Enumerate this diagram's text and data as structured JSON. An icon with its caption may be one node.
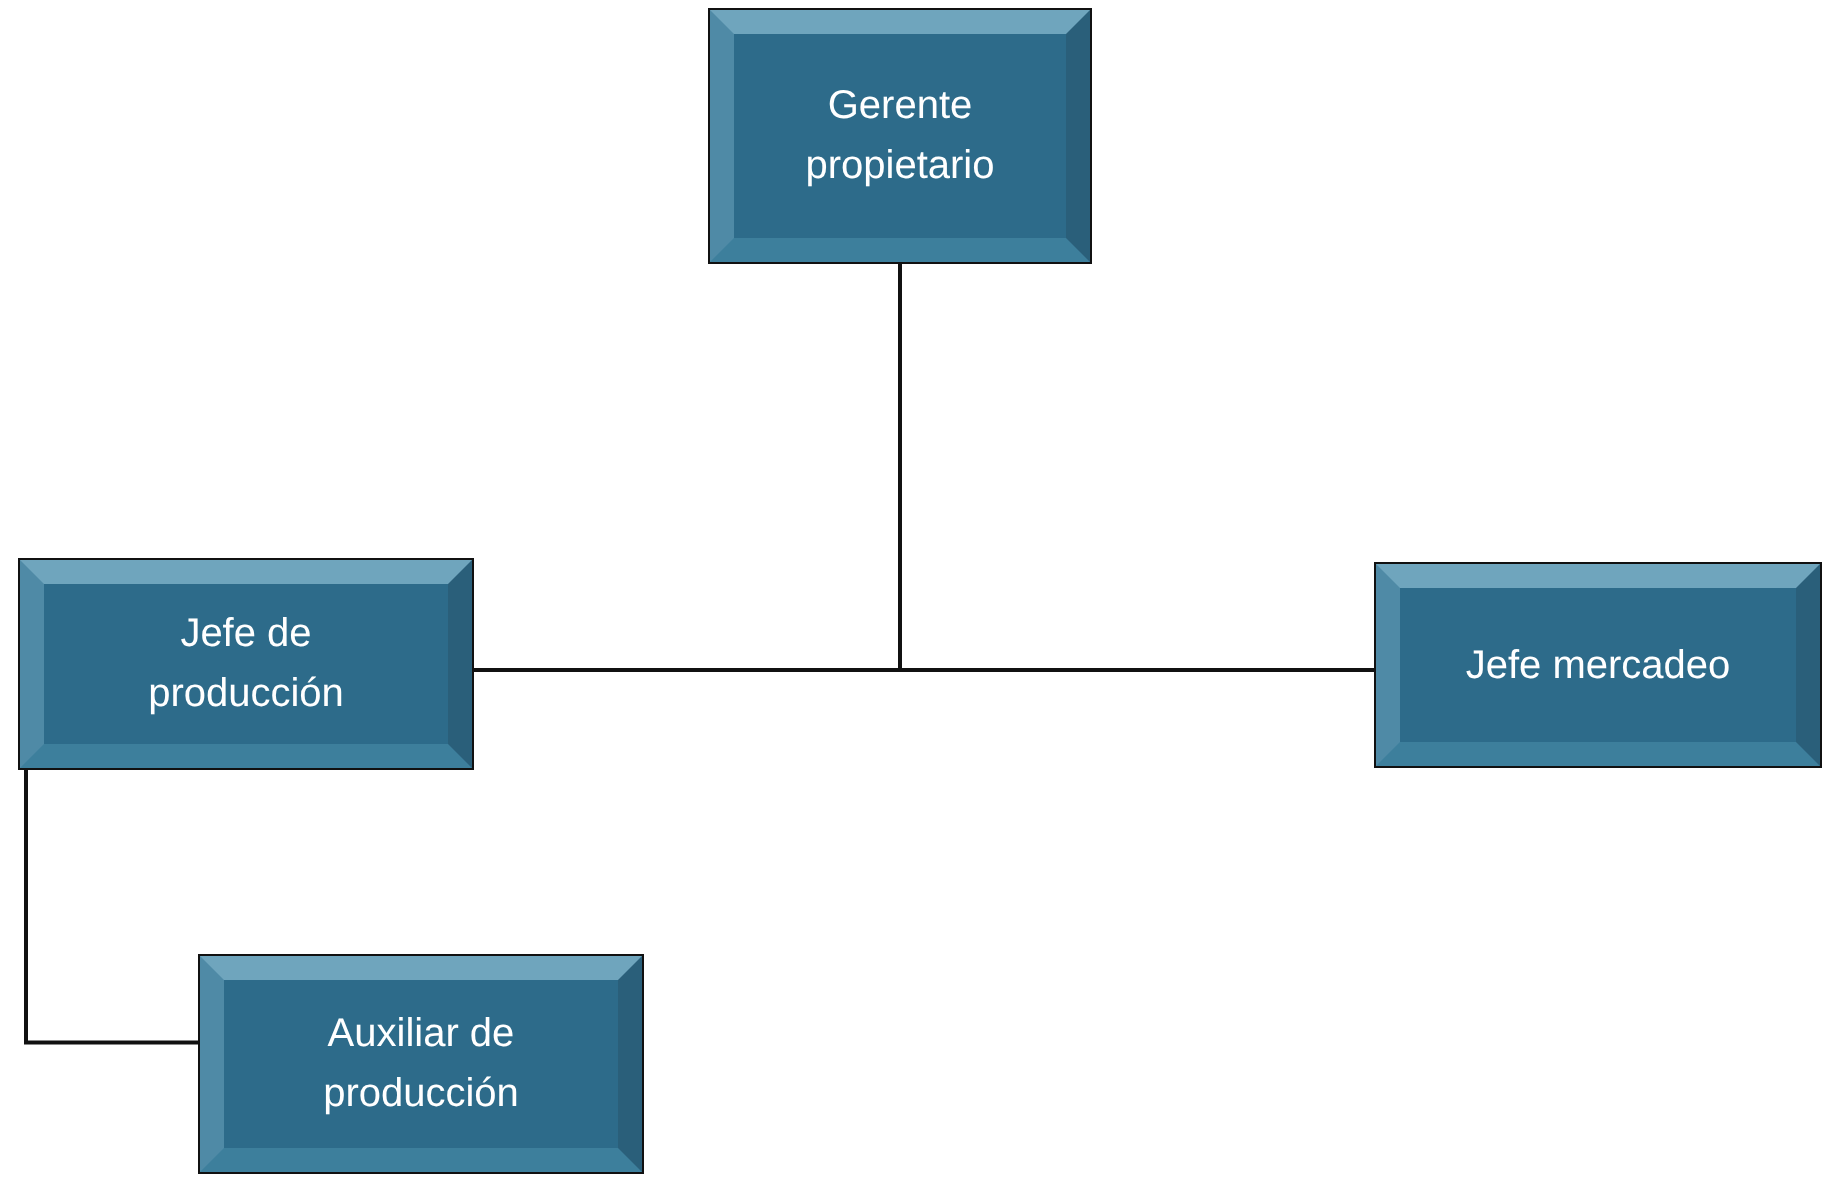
{
  "diagram": {
    "nodes": [
      {
        "text": [
          "Gerente propietario"
        ]
      },
      {
        "text": [
          "Jefe de producción"
        ]
      },
      {
        "text": [
          "Jefe mercadeo"
        ]
      },
      {
        "text": [
          "Auxiliar de producción"
        ]
      }
    ],
    "edges": [
      {
        "from": 0,
        "to": 1,
        "arrow": "none"
      },
      {
        "from": 0,
        "to": 2,
        "arrow": "none"
      },
      {
        "from": 1,
        "to": 3,
        "arrow": "none"
      }
    ]
  }
}
